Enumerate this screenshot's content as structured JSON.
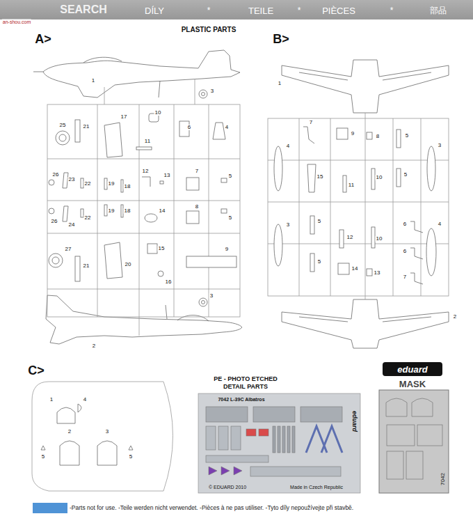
{
  "diagram": {
    "title": "PLASTIC PARTS",
    "nodes": [
      {
        "text": [
          "SEARCH",
          "DÍLY",
          "*",
          "TEILE",
          "*",
          "PIÈCES",
          "*",
          "部品"
        ]
      },
      {
        "text": [
          "PE - PHOTO ETCHED DETAIL PARTS",
          "7042 L-39C Albatros",
          "eduard",
          "© EDUARD 2010",
          "Made in Czech Republic"
        ]
      },
      {
        "text": [
          "eduard",
          "MASK",
          "7042"
        ]
      }
    ],
    "labels": [
      "an-shou.com",
      "A>",
      "B>",
      "C>",
      "1",
      "3",
      "25",
      "21",
      "17",
      "10",
      "6",
      "4",
      "11",
      "26",
      "23",
      "22",
      "19",
      "18",
      "12",
      "13",
      "7",
      "5",
      "26",
      "24",
      "22",
      "19",
      "18",
      "14",
      "8",
      "5",
      "27",
      "21",
      "20",
      "15",
      "9",
      "16",
      "2",
      "3",
      "1",
      "4",
      "7",
      "9",
      "8",
      "5",
      "3",
      "15",
      "11",
      "10",
      "5",
      "3",
      "5",
      "12",
      "10",
      "6",
      "4",
      "5",
      "14",
      "13",
      "6",
      "7",
      "2",
      "1",
      "4",
      "2",
      "3",
      "5",
      "5"
    ],
    "legend": [
      {
        "text": "-Parts not for use. -Teile werden nicht verwendet. -Pièces à ne pas utiliser. -Tyto díly nepoužívejte při stavbě.",
        "color": "#4f93d6"
      }
    ]
  }
}
